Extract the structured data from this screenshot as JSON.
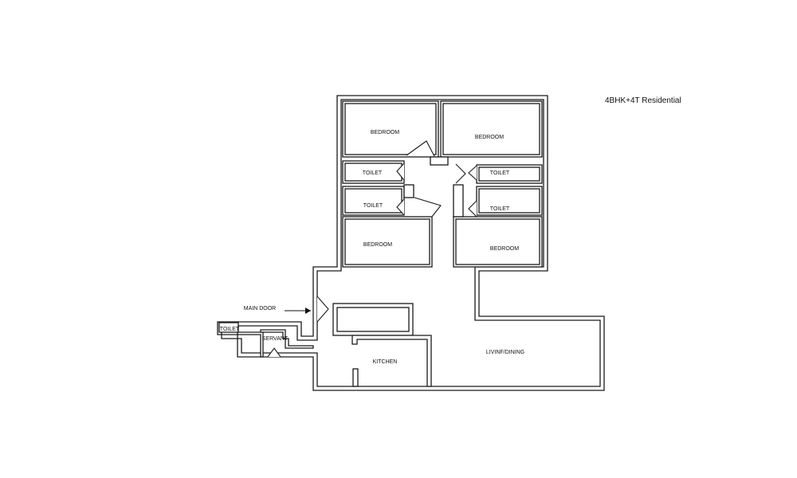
{
  "title": "4BHK+4T Residential",
  "rooms": {
    "bedroom_top_left": "BEDROOM",
    "bedroom_top_right": "BEDROOM",
    "bedroom_bottom_left": "BEDROOM",
    "bedroom_bottom_right": "BEDROOM",
    "toilet_1": "TOILET",
    "toilet_2": "TOILET",
    "toilet_3": "TOILET",
    "toilet_4": "TOILET",
    "toilet_servant": "TOILET",
    "servant": "SERVANT",
    "kitchen": "KITCHEN",
    "living_dining": "LIVINF/DINING"
  },
  "labels": {
    "main_door": "MAIN DOOR"
  }
}
